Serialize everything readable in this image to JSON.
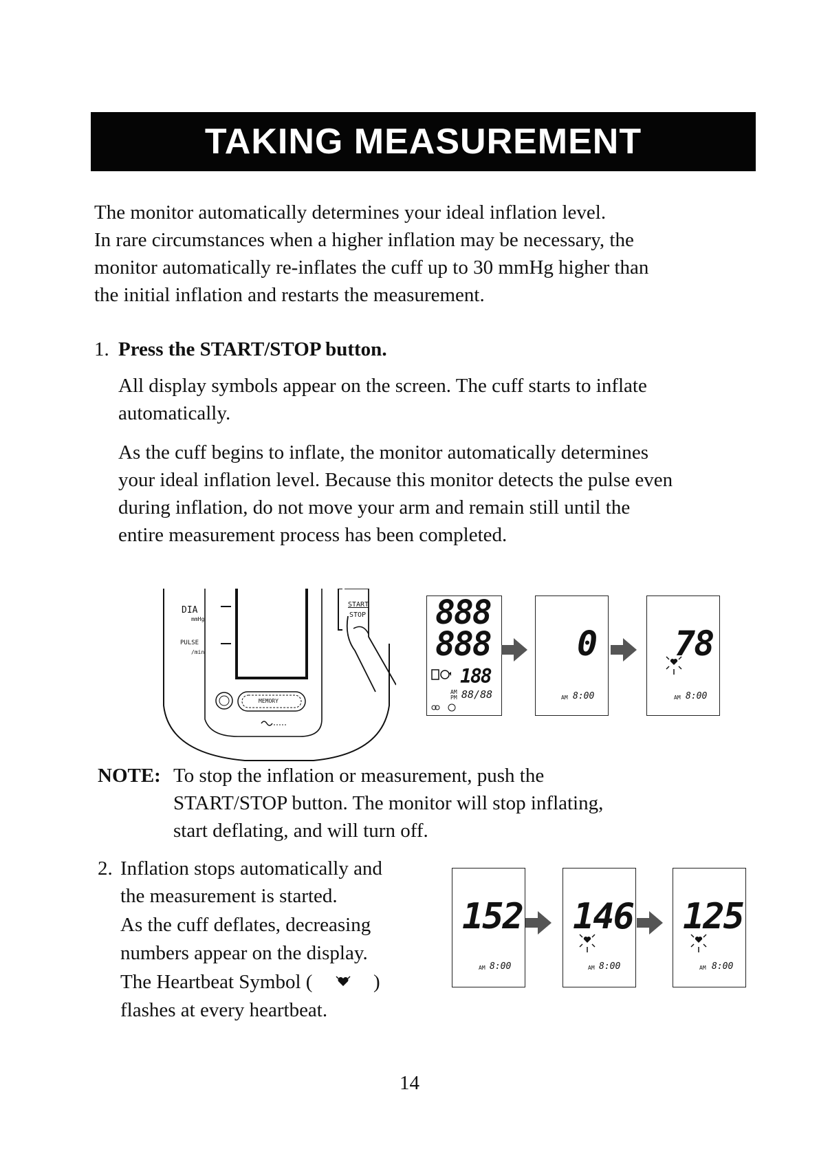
{
  "header": {
    "title": "TAKING MEASUREMENT"
  },
  "intro": [
    "The monitor automatically determines your ideal inflation level.",
    "In rare circumstances when a higher inflation may be necessary, the",
    "monitor automatically re-inflates the cuff up to 30 mmHg higher than",
    "the initial inflation and restarts the measurement."
  ],
  "step1": {
    "number": "1.",
    "heading": "Press the START/STOP button.",
    "para1": [
      "All display symbols appear on the screen. The cuff starts to inflate",
      "automatically."
    ],
    "para2": [
      "As the cuff begins to inflate, the monitor automatically determines",
      "your ideal inflation level. Because this monitor detects the pulse even",
      "during inflation, do not move your arm and remain still until the",
      "entire measurement process has been completed."
    ]
  },
  "device": {
    "dia": "DIA",
    "mmhg": "mmHg",
    "pulse": "PULSE",
    "permin": "/min",
    "start": "START",
    "stop": "STOP",
    "memory": "MEMORY"
  },
  "displays1": {
    "full_top": "888",
    "full_mid": "888",
    "full_bottom": "188",
    "full_date": "88/88",
    "full_ampm": "AM PM",
    "d2_value": "0",
    "d2_time": "8:00",
    "d2_am": "AM",
    "d3_value": "78",
    "d3_time": "8:00",
    "d3_am": "AM"
  },
  "note": {
    "label": "NOTE:",
    "lines": [
      "To stop the inflation or measurement, push the",
      "START/STOP button. The monitor will stop inflating,",
      "start deflating, and will turn off."
    ]
  },
  "step2": {
    "number": "2.",
    "lines": [
      "Inflation stops automatically and",
      "the measurement is started.",
      "As the cuff deflates, decreasing",
      "numbers appear on the display.",
      "The Heartbeat Symbol (",
      ")",
      "flashes at every heartbeat."
    ]
  },
  "displays2": {
    "v1": "152",
    "t1": "8:00",
    "am1": "AM",
    "v2": "146",
    "t2": "8:00",
    "am2": "AM",
    "v3": "125",
    "t3": "8:00",
    "am3": "AM"
  },
  "page_number": "14"
}
